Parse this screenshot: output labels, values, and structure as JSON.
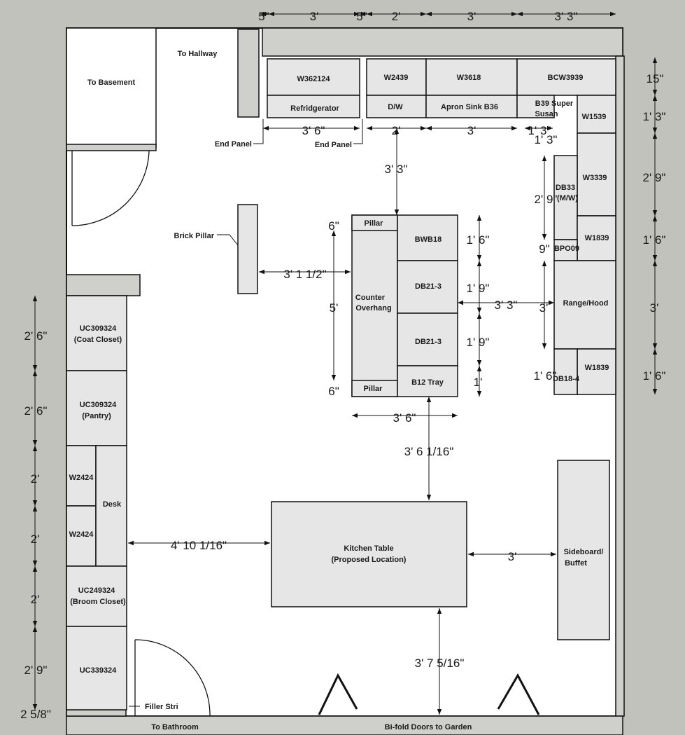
{
  "colors": {
    "background": "#c2c2bd",
    "room": "#ffffff",
    "cabinet": "#e6e6e6",
    "wall": "#cfcfcc",
    "line": "#111111"
  },
  "rooms": {
    "to_basement": "To Basement",
    "to_hallway": "To Hallway",
    "to_bathroom": "To Bathroom",
    "bifold": "Bi-fold Doors to Garden"
  },
  "notes": {
    "end_panel_left": "End Panel",
    "end_panel_right": "End Panel",
    "brick_pillar": "Brick Pillar",
    "filler_strip": "Filler Stri"
  },
  "top_cabinets": {
    "w362124": "W362124",
    "w2439": "W2439",
    "w3618": "W3618",
    "bcw3939": "BCW3939",
    "refrigerator": "Refridgerator",
    "dw": "D/W",
    "apron_sink": "Apron Sink B36",
    "b39_line1": "B39 Super",
    "b39_line2": "Susan"
  },
  "right_cabinets": {
    "w1539": "W1539",
    "w3339": "W3339",
    "db33_line1": "DB33",
    "db33_line2": "(M/W)",
    "w1839_a": "W1839",
    "bpo09": "BPO09",
    "range_hood": "Range/Hood",
    "w1839_b": "W1839",
    "db18_4": "DB18-4"
  },
  "island": {
    "pillar_top": "Pillar",
    "pillar_bottom": "Pillar",
    "overhang_line1": "Counter",
    "overhang_line2": "Overhang",
    "bwb18": "BWB18",
    "db21_3_a": "DB21-3",
    "db21_3_b": "DB21-3",
    "b12_tray": "B12 Tray"
  },
  "left_cabinets": {
    "coat_line1": "UC309324",
    "coat_line2": "(Coat Closet)",
    "pantry_line1": "UC309324",
    "pantry_line2": "(Pantry)",
    "w2424_a": "W2424",
    "w2424_b": "W2424",
    "desk": "Desk",
    "broom_line1": "UC249324",
    "broom_line2": "(Broom Closet)",
    "uc339324": "UC339324"
  },
  "furniture": {
    "table_line1": "Kitchen Table",
    "table_line2": "(Proposed Location)",
    "sideboard_line1": "Sideboard/",
    "sideboard_line2": "Buffet"
  },
  "dimensions": {
    "top_5a": "5\"",
    "top_3a": "3'",
    "top_5b": "5\"",
    "top_2": "2'",
    "top_3b": "3'",
    "top_3_3": "3' 3\"",
    "right_15": "15\"",
    "right_1_3": "1' 3\"",
    "right_2_9": "2' 9\"",
    "right_1_6a": "1' 6\"",
    "right_3": "3'",
    "right_1_6b": "1' 6\"",
    "run_3_6": "3' 6\"",
    "run_2": "2'",
    "run_3": "3'",
    "run_1_3": "1' 3\"",
    "inner_1_3": "1' 3\"",
    "inner_2_9": "2' 9\"",
    "inner_9": "9\"",
    "inner_3": "3'",
    "inner_1_6": "1' 6\"",
    "aisle_3_3": "3' 3\"",
    "pillar_gap": "3' 1 1/2\"",
    "isl_6a": "6\"",
    "isl_5": "5'",
    "isl_6b": "6\"",
    "isl_1_6": "1' 6\"",
    "isl_1_9a": "1' 9\"",
    "isl_1_9b": "1' 9\"",
    "isl_1": "1'",
    "isl_to_range": "3' 3\"",
    "isl_width": "3' 6\"",
    "isl_to_table": "3' 6 1/16\"",
    "table_to_side": "3'",
    "table_to_wall": "3' 7 5/16\"",
    "desk_to_table": "4' 10 1/16\"",
    "left_2_6a": "2' 6\"",
    "left_2_6b": "2' 6\"",
    "left_2a": "2'",
    "left_2b": "2'",
    "left_2c": "2'",
    "left_2_9": "2' 9\"",
    "left_2_5_8": "2 5/8\""
  }
}
